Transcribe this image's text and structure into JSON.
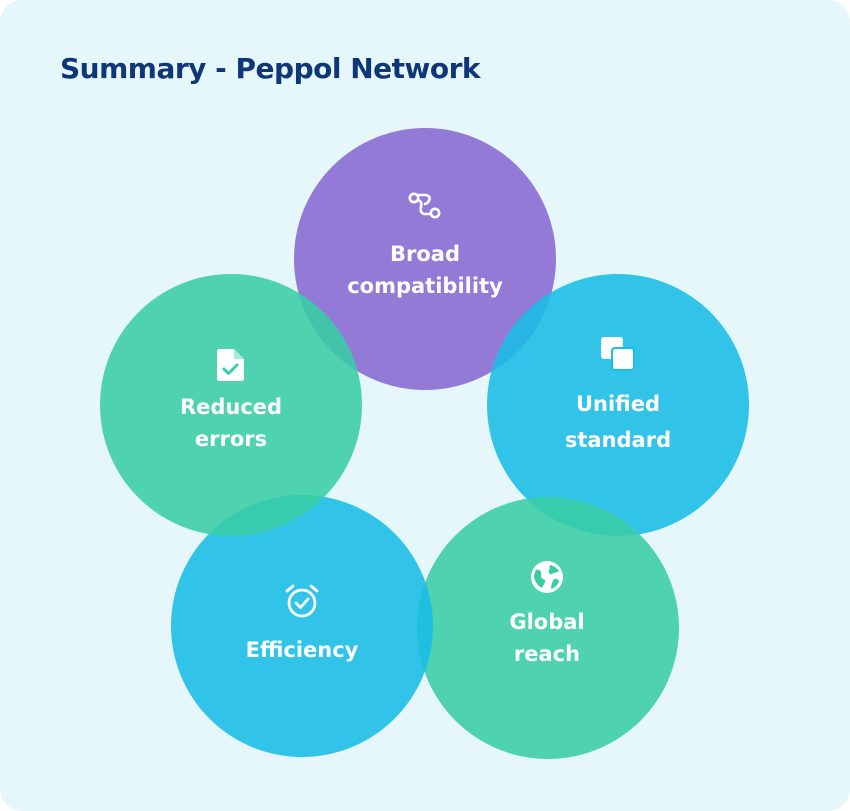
{
  "title": "Summary - Peppol Network",
  "colors": {
    "background": "#e5f7fb",
    "title": "#0f3676",
    "purple": "#8b6fd3",
    "blue": "#19bde5",
    "green": "#39cda5",
    "label": "#ffffff"
  },
  "items": [
    {
      "key": "broad",
      "line1": "Broad",
      "line2": "compatibility",
      "icon": "route-icon",
      "color": "purple"
    },
    {
      "key": "unified",
      "line1": "Unified",
      "line2": "standard",
      "icon": "overlapping-squares-icon",
      "color": "blue"
    },
    {
      "key": "global",
      "line1": "Global",
      "line2": "reach",
      "icon": "globe-icon",
      "color": "green"
    },
    {
      "key": "efficiency",
      "line1": "Efficiency",
      "icon": "alarm-clock-check-icon",
      "color": "blue"
    },
    {
      "key": "reduced",
      "line1": "Reduced",
      "line2": "errors",
      "icon": "document-check-icon",
      "color": "green"
    }
  ]
}
